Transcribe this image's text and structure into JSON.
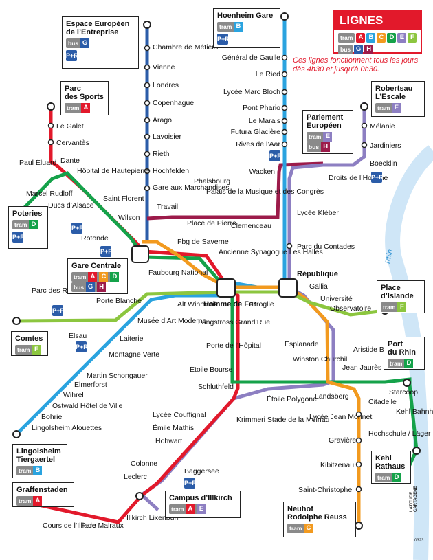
{
  "legend": {
    "title": "LIGNES",
    "tram_tag": "tram",
    "bus_tag": "bus",
    "tram_lines": [
      "A",
      "B",
      "C",
      "D",
      "E",
      "F"
    ],
    "bus_lines": [
      "G",
      "H"
    ],
    "note": "Ces lignes fonctionnent tous les jours dès 4h30 et jusqu’à 0h30."
  },
  "colors": {
    "A": "#e2192b",
    "B": "#2aa3df",
    "C": "#f29a1f",
    "D": "#15a24a",
    "E": "#8d7fc2",
    "F": "#8cc63f",
    "G": "#2b5ca8",
    "H": "#9c1b4a",
    "water": "#cfe6f7"
  },
  "terminals": {
    "espace_europeen": {
      "title": "Espace Européen\nde l’Entreprise",
      "tag": "bus",
      "lines": [
        "G"
      ],
      "pr": "P+R"
    },
    "hoenheim": {
      "title": "Hoenheim Gare",
      "tag": "tram",
      "lines": [
        "B"
      ],
      "pr": "P+R"
    },
    "parc_sports": {
      "title": "Parc\ndes Sports",
      "tag": "tram",
      "lines": [
        "A"
      ]
    },
    "parlement": {
      "title": "Parlement\nEuropéen",
      "tram": [
        "E"
      ],
      "bus": [
        "H"
      ]
    },
    "robertsau": {
      "title": "Robertsau\nL’Escale",
      "tag": "tram",
      "lines": [
        "E"
      ]
    },
    "poteries": {
      "title": "Poteries",
      "tag": "tram",
      "lines": [
        "D"
      ],
      "pr": "P+R"
    },
    "gare_centrale": {
      "title": "Gare Centrale",
      "tram": [
        "A",
        "C",
        "D"
      ],
      "bus": [
        "G",
        "H"
      ]
    },
    "place_islande": {
      "title": "Place\nd’Islande",
      "tag": "tram",
      "lines": [
        "F"
      ]
    },
    "comtes": {
      "title": "Comtes",
      "tag": "tram",
      "lines": [
        "F"
      ]
    },
    "port_rhin": {
      "title": "Port\ndu Rhin",
      "tag": "tram",
      "lines": [
        "D"
      ]
    },
    "lingolsheim": {
      "title": "Lingolsheim\nTiergaertel",
      "tag": "tram",
      "lines": [
        "B"
      ]
    },
    "kehl_rathaus": {
      "title": "Kehl\nRathaus",
      "tag": "tram",
      "lines": [
        "D"
      ]
    },
    "graffenstaden": {
      "title": "Graffenstaden",
      "tag": "tram",
      "lines": [
        "A"
      ]
    },
    "campus": {
      "title": "Campus d’Illkirch",
      "tag": "tram",
      "lines": [
        "A",
        "E"
      ]
    },
    "neuhof": {
      "title": "Neuhof\nRodolphe Reuss",
      "tag": "tram",
      "lines": [
        "C"
      ]
    }
  },
  "pr_label": "P+R",
  "river": "Rhin",
  "stations": [
    "Chambre de Métiers",
    "Vienne",
    "Londres",
    "Copenhague",
    "Arago",
    "Lavoisier",
    "Rieth",
    "Hochfelden",
    "Gare aux Marchandises",
    "Général de Gaulle",
    "Le Ried",
    "Lycée Marc Bloch",
    "Pont Phario",
    "Le Marais",
    "Futura Glacière",
    "Rives de l’Aar",
    "Wacken",
    "Le Galet",
    "Cervantès",
    "Dante",
    "Paul Éluard",
    "Hôpital de Hautepierre",
    "Marcel Rudloff",
    "Saint Florent",
    "Ducs d’Alsace",
    "Rotonde",
    "Wilson",
    "Travail",
    "Phalsbourg",
    "Place de Pierre",
    "Palais de la Musique et des Congrès",
    "Clemenceau",
    "Lycée Kléber",
    "Mélanie",
    "Jardiniers",
    "Boecklin",
    "Droits de l’Homme",
    "Parc du Contades",
    "Fbg de Saverne",
    "Ancienne Synagogue Les Halles",
    "Faubourg National",
    "République",
    "Gallia",
    "Université",
    "Observatoire",
    "Parc des Romains",
    "Porte Blanche",
    "Alt Winmärik",
    "Homme de Fer",
    "Broglie",
    "Langstross Grand’Rue",
    "Musée d’Art Moderne",
    "Laiterie",
    "Elsau",
    "Montagne Verte",
    "Porte de l’Hôpital",
    "Étoile Bourse",
    "Esplanade",
    "Winston Churchill",
    "Aristide Briand",
    "Jean Jaurès",
    "Martin Schongauer",
    "Elmerforst",
    "Wihrel",
    "Ostwald Hôtel de Ville",
    "Bohrie",
    "Lingolsheim Alouettes",
    "Schluthfeld",
    "Étoile Polygone",
    "Landsberg",
    "Starcoop",
    "Citadelle",
    "Kehl Bahnhof",
    "Lycée Couffignal",
    "Émile Mathis",
    "Hohwart",
    "Krimmeri Stade de la Meinau",
    "Lycée Jean Monnet",
    "Gravière",
    "Hochschule / Läger",
    "Kibitzenau",
    "Colonne",
    "Leclerc",
    "Baggersee",
    "Saint-Christophe",
    "Illkirch Lixenbuhl",
    "Cours de l’Illiade",
    "Parc Malraux"
  ],
  "footer": {
    "brand": "LATITUDE CARTAGENE",
    "code": "0323"
  }
}
